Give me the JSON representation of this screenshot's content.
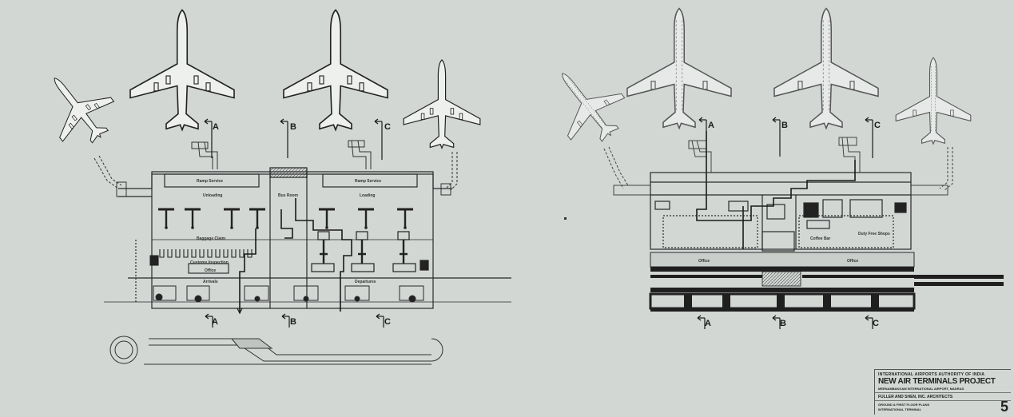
{
  "drawing": {
    "ground_floor": {
      "labels": {
        "ramp_service_left": "Ramp Service",
        "ramp_service_right": "Ramp Service",
        "unloading": "Unloading",
        "loading": "Loading",
        "baggage_claim": "Baggage Claim",
        "customs_inspection": "Customs Inspection",
        "office_arrivals": "Office",
        "arrivals": "Arrivals",
        "departures": "Departures",
        "bus_room": "Bus Room"
      }
    },
    "first_floor": {
      "labels": {
        "office_left": "Office",
        "office_right": "Office",
        "coffee_bar": "Coffee Bar",
        "duty_free": "Duty Free Shops"
      }
    },
    "section_markers": [
      "A",
      "B",
      "C"
    ]
  },
  "title_block": {
    "authority": "INTERNATIONAL AIRPORTS AUTHORITY OF INDIA",
    "project": "NEW AIR TERMINALS PROJECT",
    "airport": "MEENAMBAKKAM INTERNATIONAL AIRPORT, MADRAS",
    "architects": "FULLER AND SHEN, INC. ARCHITECTS",
    "sheet_title": "GROUND & FIRST FLOOR PLANS",
    "sheet_subtitle": "INTERNATIONAL TERMINAL",
    "sheet_number": "5"
  }
}
